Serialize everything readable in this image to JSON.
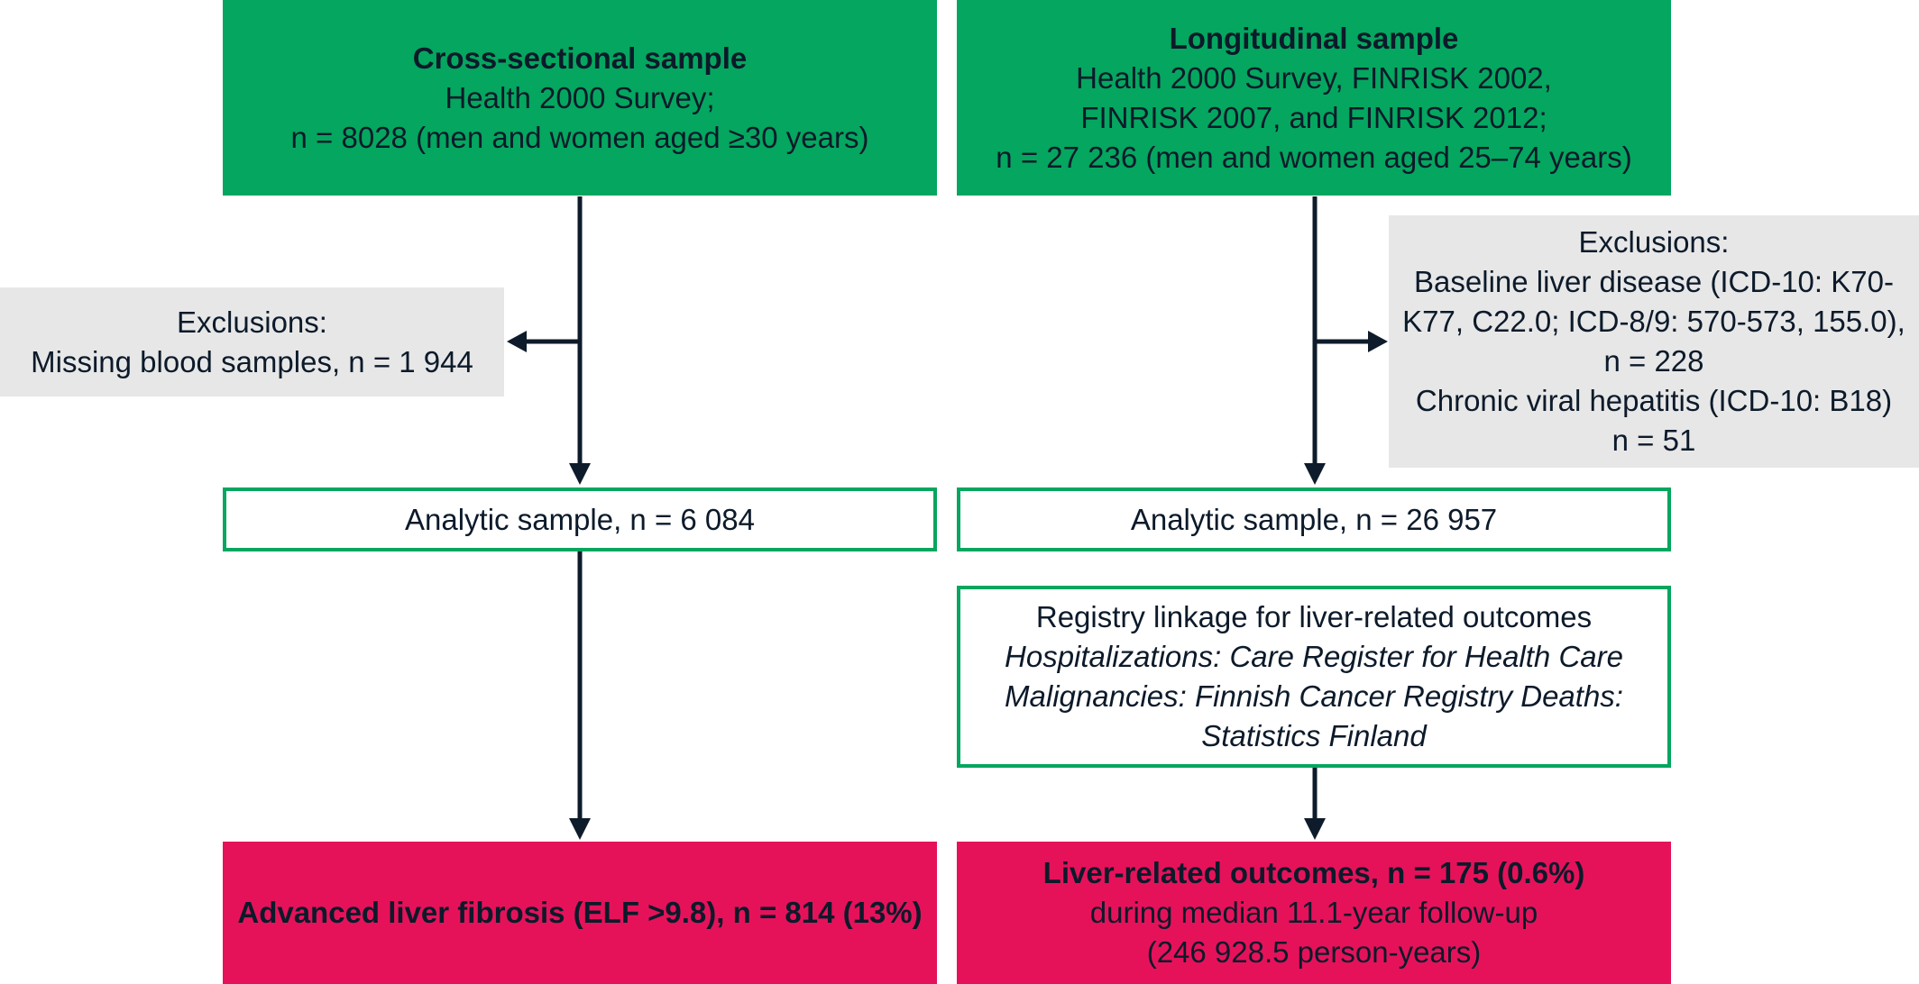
{
  "cross_sectional": {
    "title": "Cross-sectional sample",
    "line1": "Health 2000 Survey;",
    "line2": "n = 8028 (men and women aged ≥30 years)"
  },
  "longitudinal": {
    "title": "Longitudinal sample",
    "line1": "Health 2000 Survey, FINRISK 2002,",
    "line2": "FINRISK 2007, and FINRISK 2012;",
    "line3": "n = 27 236 (men and women aged 25–74 years)"
  },
  "exclusions_left": {
    "heading": "Exclusions:",
    "line1": "Missing blood samples, n = 1 944"
  },
  "exclusions_right": {
    "heading": "Exclusions:",
    "line1": "Baseline liver disease (ICD-10: K70-",
    "line2": "K77, C22.0; ICD-8/9: 570-573, 155.0),",
    "line3": "n = 228",
    "line4": "Chronic viral hepatitis (ICD-10: B18)",
    "line5": "n = 51"
  },
  "analytic_left": {
    "label": "Analytic sample, n = 6 084"
  },
  "analytic_right": {
    "label": "Analytic sample, n = 26 957"
  },
  "registry": {
    "heading": "Registry linkage for liver-related outcomes",
    "line1": "Hospitalizations: Care Register for Health Care",
    "line2": "Malignancies: Finnish Cancer Registry Deaths:",
    "line3": "Statistics Finland"
  },
  "outcome_left": {
    "label": "Advanced liver fibrosis (ELF >9.8), n = 814 (13%)"
  },
  "outcome_right": {
    "title": "Liver-related outcomes, n = 175 (0.6%)",
    "line1": "during median 11.1-year follow-up",
    "line2": "(246 928.5 person-years)"
  },
  "colors": {
    "green": "#05a65f",
    "gray": "#e7e7e7",
    "pink": "#e5125a",
    "arrow": "#0d1b2a"
  }
}
